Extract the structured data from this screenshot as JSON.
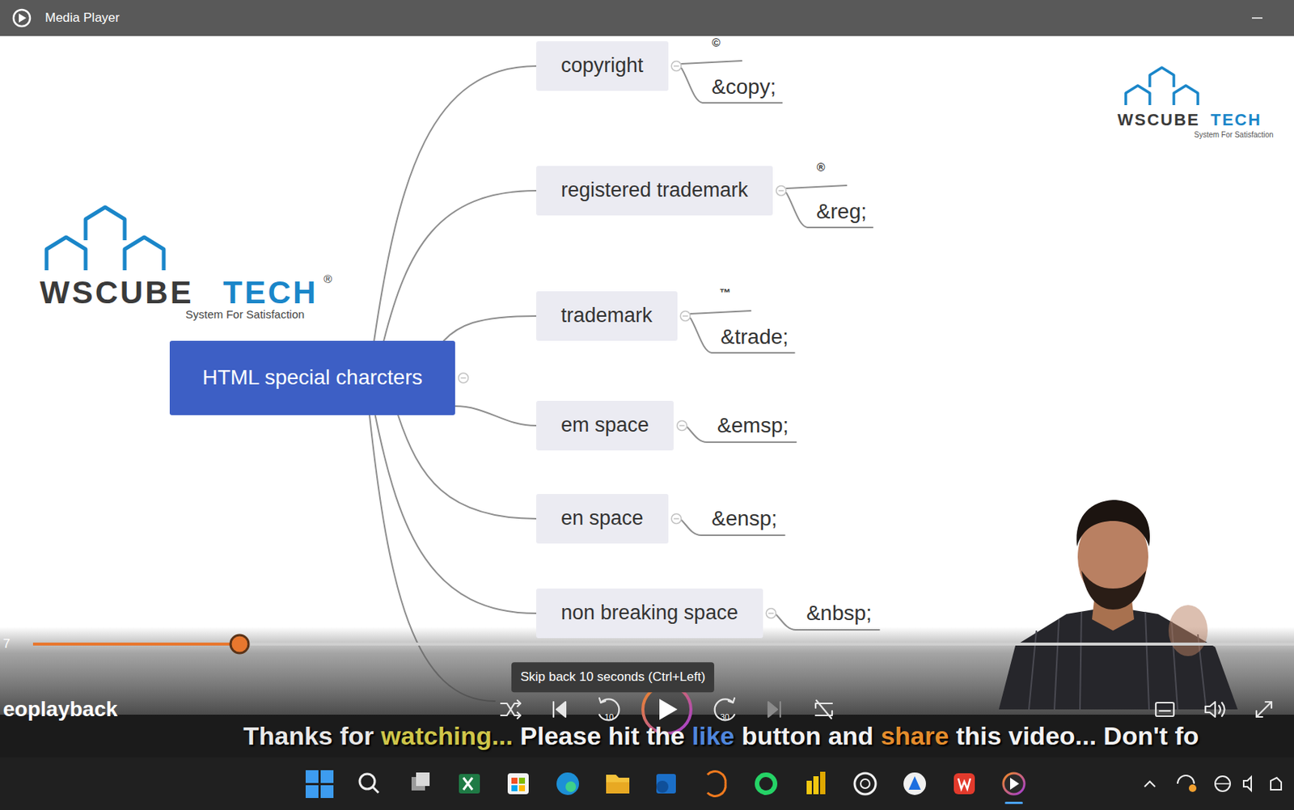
{
  "diagram": {
    "nodes": [
      {
        "text": [
          "HTML special charcters"
        ]
      },
      {
        "text": [
          "copyright"
        ]
      },
      {
        "text": [
          "registered trademark"
        ]
      },
      {
        "text": [
          "trademark"
        ]
      },
      {
        "text": [
          "em space"
        ]
      },
      {
        "text": [
          "en space"
        ]
      },
      {
        "text": [
          "non breaking space"
        ]
      }
    ],
    "edges": [
      {
        "from": 0,
        "to": 1,
        "arrow": "none"
      },
      {
        "from": 0,
        "to": 2,
        "arrow": "none"
      },
      {
        "from": 0,
        "to": 3,
        "arrow": "none"
      },
      {
        "from": 0,
        "to": 4,
        "arrow": "none"
      },
      {
        "from": 0,
        "to": 5,
        "arrow": "none"
      },
      {
        "from": 0,
        "to": 6,
        "arrow": "none"
      }
    ],
    "labels": [
      "Media Player",
      "WSCUBE",
      "TECH",
      "®",
      "System For Satisfaction",
      "WSCUBE",
      "TECH",
      "System For Satisfaction",
      "©",
      "&copy;",
      "®",
      "&reg;",
      "™",
      "&trade;",
      "&emsp;",
      "&ensp;",
      "&nbsp;",
      "7",
      "eoplayback",
      "Skip back 10 seconds (Ctrl+Left)",
      "10",
      "30",
      "Thanks for",
      "watching...",
      "Please hit the",
      "like",
      "button and",
      "share",
      "this video... Don't fo"
    ]
  }
}
